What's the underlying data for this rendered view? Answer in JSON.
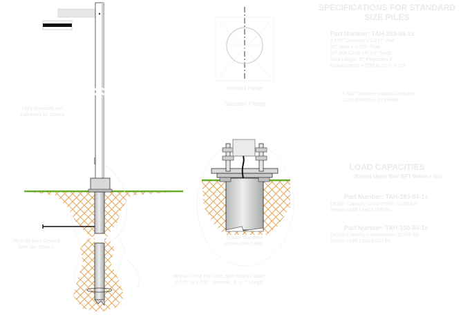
{
  "diagram": {
    "label_light_standard": [
      "Light Standard and",
      "Luminaire by Others"
    ],
    "label_ground_wire": [
      "#6 or #8 Bare Ground",
      "Wire (By Others)"
    ],
    "label_helical_pile": [
      "Helical Screw Pile (See Specification Table)",
      "2.875\" or 3.500\" Diameter, 5' or 7' Length"
    ],
    "label_standard_flange": "Standard Flange",
    "label_standard_fittings": "Standard Fittings",
    "label_standard_connection": [
      "Typical Standard",
      "Connection Detail"
    ]
  },
  "specs": {
    "title": [
      "SPECIFICATIONS FOR STANDARD",
      "SIZE PILES"
    ],
    "part1": {
      "heading": "Part Number: TAH-283-84-1x",
      "lines": [
        "2.875\" Diameter x 0.217\" Wall",
        "10\" Helix x 0.375\" Plate",
        "10\" Bolt Circle (4) 3/4\" Studs",
        "Stud Length: 5\", Projection 3\"",
        "Galvanized to ASTM A123 or A153"
      ]
    },
    "part2_lines": [
      "3.500\" Diameter Models Available",
      "Consult Factory for Details"
    ]
  },
  "loads": {
    "title": "LOAD CAPACITIES",
    "subtitle": "(Based Upon Soil SPT Value =       bc)",
    "part1": {
      "heading": "Part Number: TAH-283-84-1x",
      "lines": [
        "Design Capacity Compression 8,000 lbs",
        "Design Uplift Load 4,000 lbs"
      ]
    },
    "part2": {
      "heading": "Part Number: TAH-350-84-1x",
      "lines": [
        "Design Capacity Compression 12,000 lbs",
        "Design Uplift Load 6,000 lbs"
      ]
    }
  },
  "colors": {
    "grass": "#6aaa2a",
    "soil": "#e4a65a",
    "pile": "#cfd0d0",
    "outline": "#222222"
  }
}
